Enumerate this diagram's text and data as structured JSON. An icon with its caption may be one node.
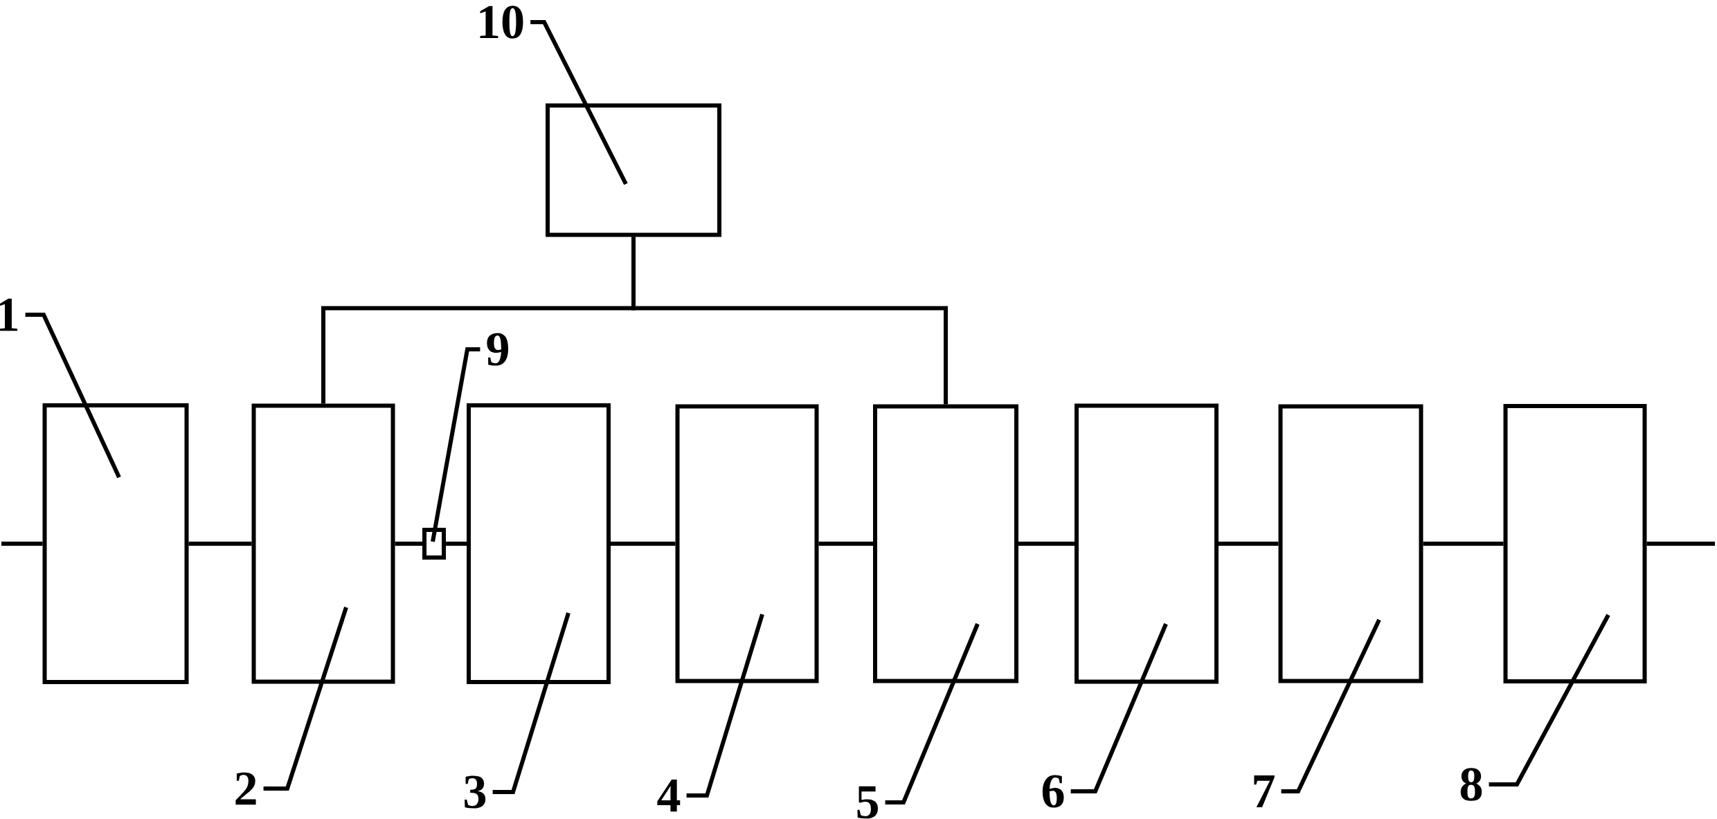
{
  "diagram": {
    "nodes": [
      {
        "text": [
          "10"
        ]
      },
      {
        "text": [],
        "shape": "box"
      },
      {
        "text": [
          "1"
        ]
      },
      {
        "text": [
          "9"
        ]
      },
      {
        "text": [],
        "shape": "box"
      },
      {
        "text": [],
        "shape": "box"
      },
      {
        "text": [],
        "shape": "box"
      },
      {
        "text": [],
        "shape": "box"
      },
      {
        "text": [],
        "shape": "box"
      },
      {
        "text": [],
        "shape": "box"
      },
      {
        "text": [],
        "shape": "box"
      },
      {
        "text": [],
        "shape": "box"
      },
      {
        "text": [],
        "shape": "box"
      },
      {
        "text": [
          "2"
        ]
      },
      {
        "text": [
          "3"
        ]
      },
      {
        "text": [
          "4"
        ]
      },
      {
        "text": [
          "5"
        ]
      },
      {
        "text": [
          "6"
        ]
      },
      {
        "text": [
          "7"
        ]
      },
      {
        "text": [
          "8"
        ]
      }
    ],
    "edges": [
      {
        "from": 0,
        "to": 1,
        "arrow": "none"
      },
      {
        "from": 2,
        "to": 4,
        "arrow": "none"
      },
      {
        "from": 3,
        "to": 6,
        "arrow": "none"
      },
      {
        "from": 13,
        "to": 5,
        "arrow": "none"
      },
      {
        "from": 14,
        "to": 7,
        "arrow": "none"
      },
      {
        "from": 15,
        "to": 8,
        "arrow": "none"
      },
      {
        "from": 16,
        "to": 9,
        "arrow": "none"
      },
      {
        "from": 17,
        "to": 10,
        "arrow": "none"
      },
      {
        "from": 18,
        "to": 11,
        "arrow": "none"
      },
      {
        "from": 19,
        "to": 12,
        "arrow": "none"
      },
      {
        "from": null,
        "to": 4,
        "arrow": "none"
      },
      {
        "from": 4,
        "to": 5,
        "arrow": "none"
      },
      {
        "from": 5,
        "to": 6,
        "arrow": "none"
      },
      {
        "from": 6,
        "to": 7,
        "arrow": "none"
      },
      {
        "from": 7,
        "to": 8,
        "arrow": "none"
      },
      {
        "from": 8,
        "to": 9,
        "arrow": "none"
      },
      {
        "from": 9,
        "to": 10,
        "arrow": "none"
      },
      {
        "from": 10,
        "to": 11,
        "arrow": "none"
      },
      {
        "from": 11,
        "to": 12,
        "arrow": "none"
      },
      {
        "from": 12,
        "to": null,
        "arrow": "none"
      },
      {
        "from": 1,
        "to": 5,
        "arrow": "none"
      },
      {
        "from": 1,
        "to": 9,
        "arrow": "none"
      }
    ]
  }
}
